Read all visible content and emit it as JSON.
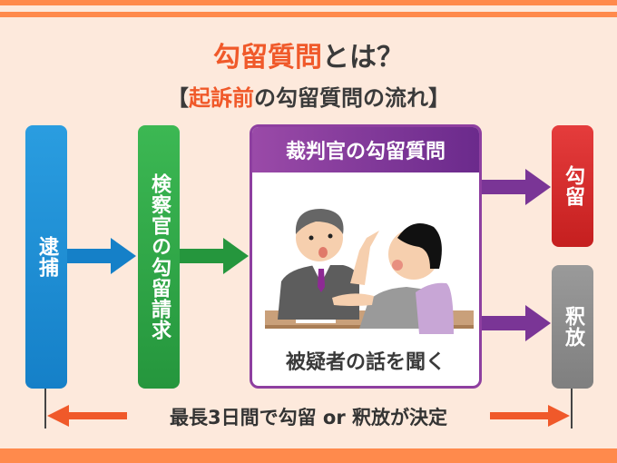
{
  "title": {
    "highlight": "勾留質問",
    "rest": "とは？"
  },
  "subtitle": {
    "open": "【",
    "highlight": "起訴前",
    "rest": "の勾留質問の流れ",
    "close": "】"
  },
  "steps": {
    "arrest": "逮捕",
    "prosecutor": "検察官の勾留請求",
    "judge_header": "裁判官の勾留質問",
    "judge_caption": "被疑者の話を聞く",
    "detention": "勾留",
    "release": "釈放"
  },
  "duration_label": "最長3日間で勾留 or 釈放が決定",
  "colors": {
    "arrest": "#1a8fd6",
    "prosecutor": "#2fa84a",
    "judge": "#8e3fa0",
    "detention": "#d92b2b",
    "release": "#8c8c8c",
    "duration": "#f0592a"
  }
}
